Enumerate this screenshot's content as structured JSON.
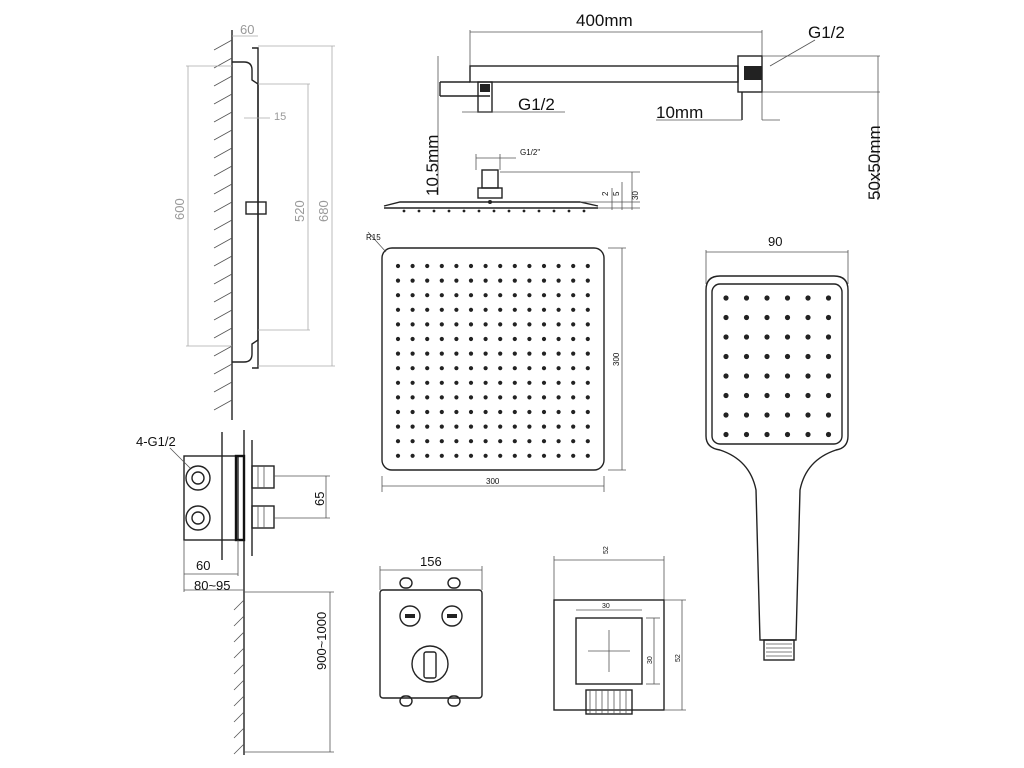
{
  "labels": {
    "bar_width": "60",
    "bar_offset": "15",
    "bar_length": "600",
    "bar_spacing": "520",
    "bar_total": "680",
    "arm_length": "400mm",
    "arm_thread_top": "G1/2",
    "arm_thread_bottom": "G1/2",
    "arm_tube": "10mm",
    "arm_drop": "10.5mm",
    "arm_base": "50x50mm",
    "head_thread": "G1/2\"",
    "head_dim_a": "2",
    "head_dim_b": "5",
    "head_dim_c": "30",
    "head_radius": "R15",
    "head_width": "300",
    "head_height": "300",
    "hand_width": "90",
    "valve_ports": "4-G1/2",
    "valve_spacing": "65",
    "valve_depth": "60",
    "valve_range": "80~95",
    "valve_height": "900~1000",
    "panel_width": "156",
    "elbow_outer_w": "52",
    "elbow_inner_w": "30",
    "elbow_inner_h": "30",
    "elbow_outer_h": "52"
  }
}
